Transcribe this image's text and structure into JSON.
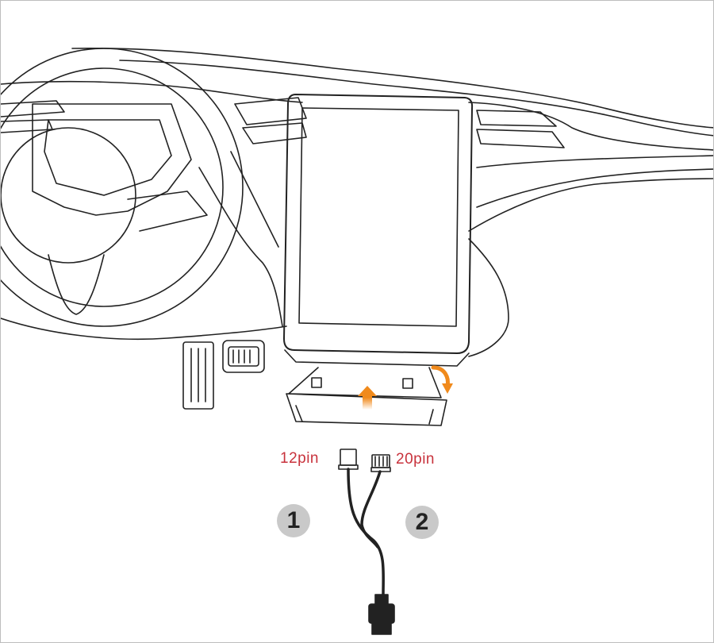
{
  "labels": {
    "connector_12": "12pin",
    "connector_20": "20pin"
  },
  "steps": [
    {
      "number": "1"
    },
    {
      "number": "2"
    }
  ],
  "colors": {
    "label": "#c8323c",
    "arrow": "#f08a1c",
    "step_badge": "#c9c9c9",
    "line": "#222222"
  }
}
